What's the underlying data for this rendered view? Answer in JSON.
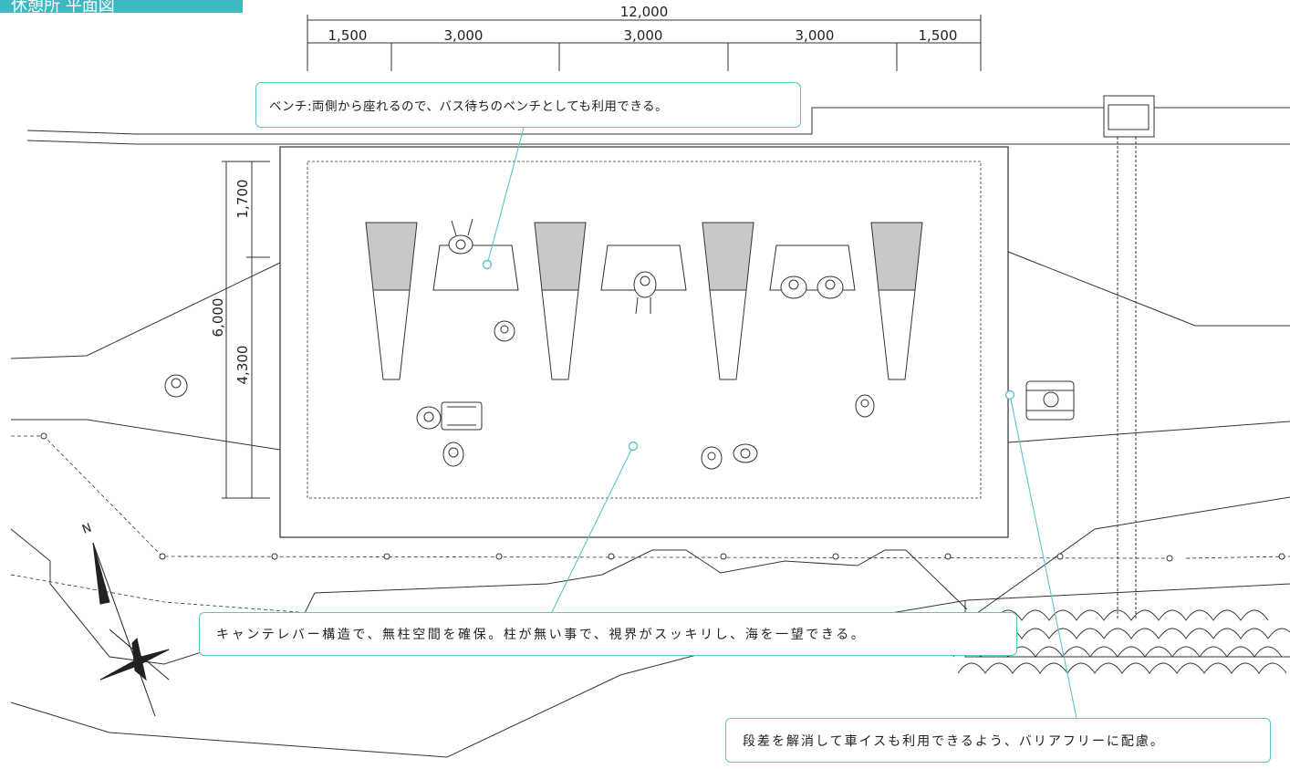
{
  "title_tag": "休憩所 平面図",
  "dimensions": {
    "overall_width": "12,000",
    "segments": [
      "1,500",
      "3,000",
      "3,000",
      "3,000",
      "1,500"
    ],
    "overall_depth": "6,000",
    "depth_top": "1,700",
    "depth_bottom": "4,300"
  },
  "callouts": {
    "bench": "ベンチ:両側から座れるので、バス待ちのベンチとしても利用できる。",
    "structure": "キャンテレバー構造で、無柱空間を確保。柱が無い事で、視界がスッキリし、海を一望できる。",
    "barrier_free": "段差を解消して車イスも利用できるよう、バリアフリーに配慮。"
  },
  "north_label": "N",
  "colors": {
    "accent": "#3fb8c2",
    "callout_border": "#5cc3cc",
    "column_fill": "#c8c8c8"
  }
}
